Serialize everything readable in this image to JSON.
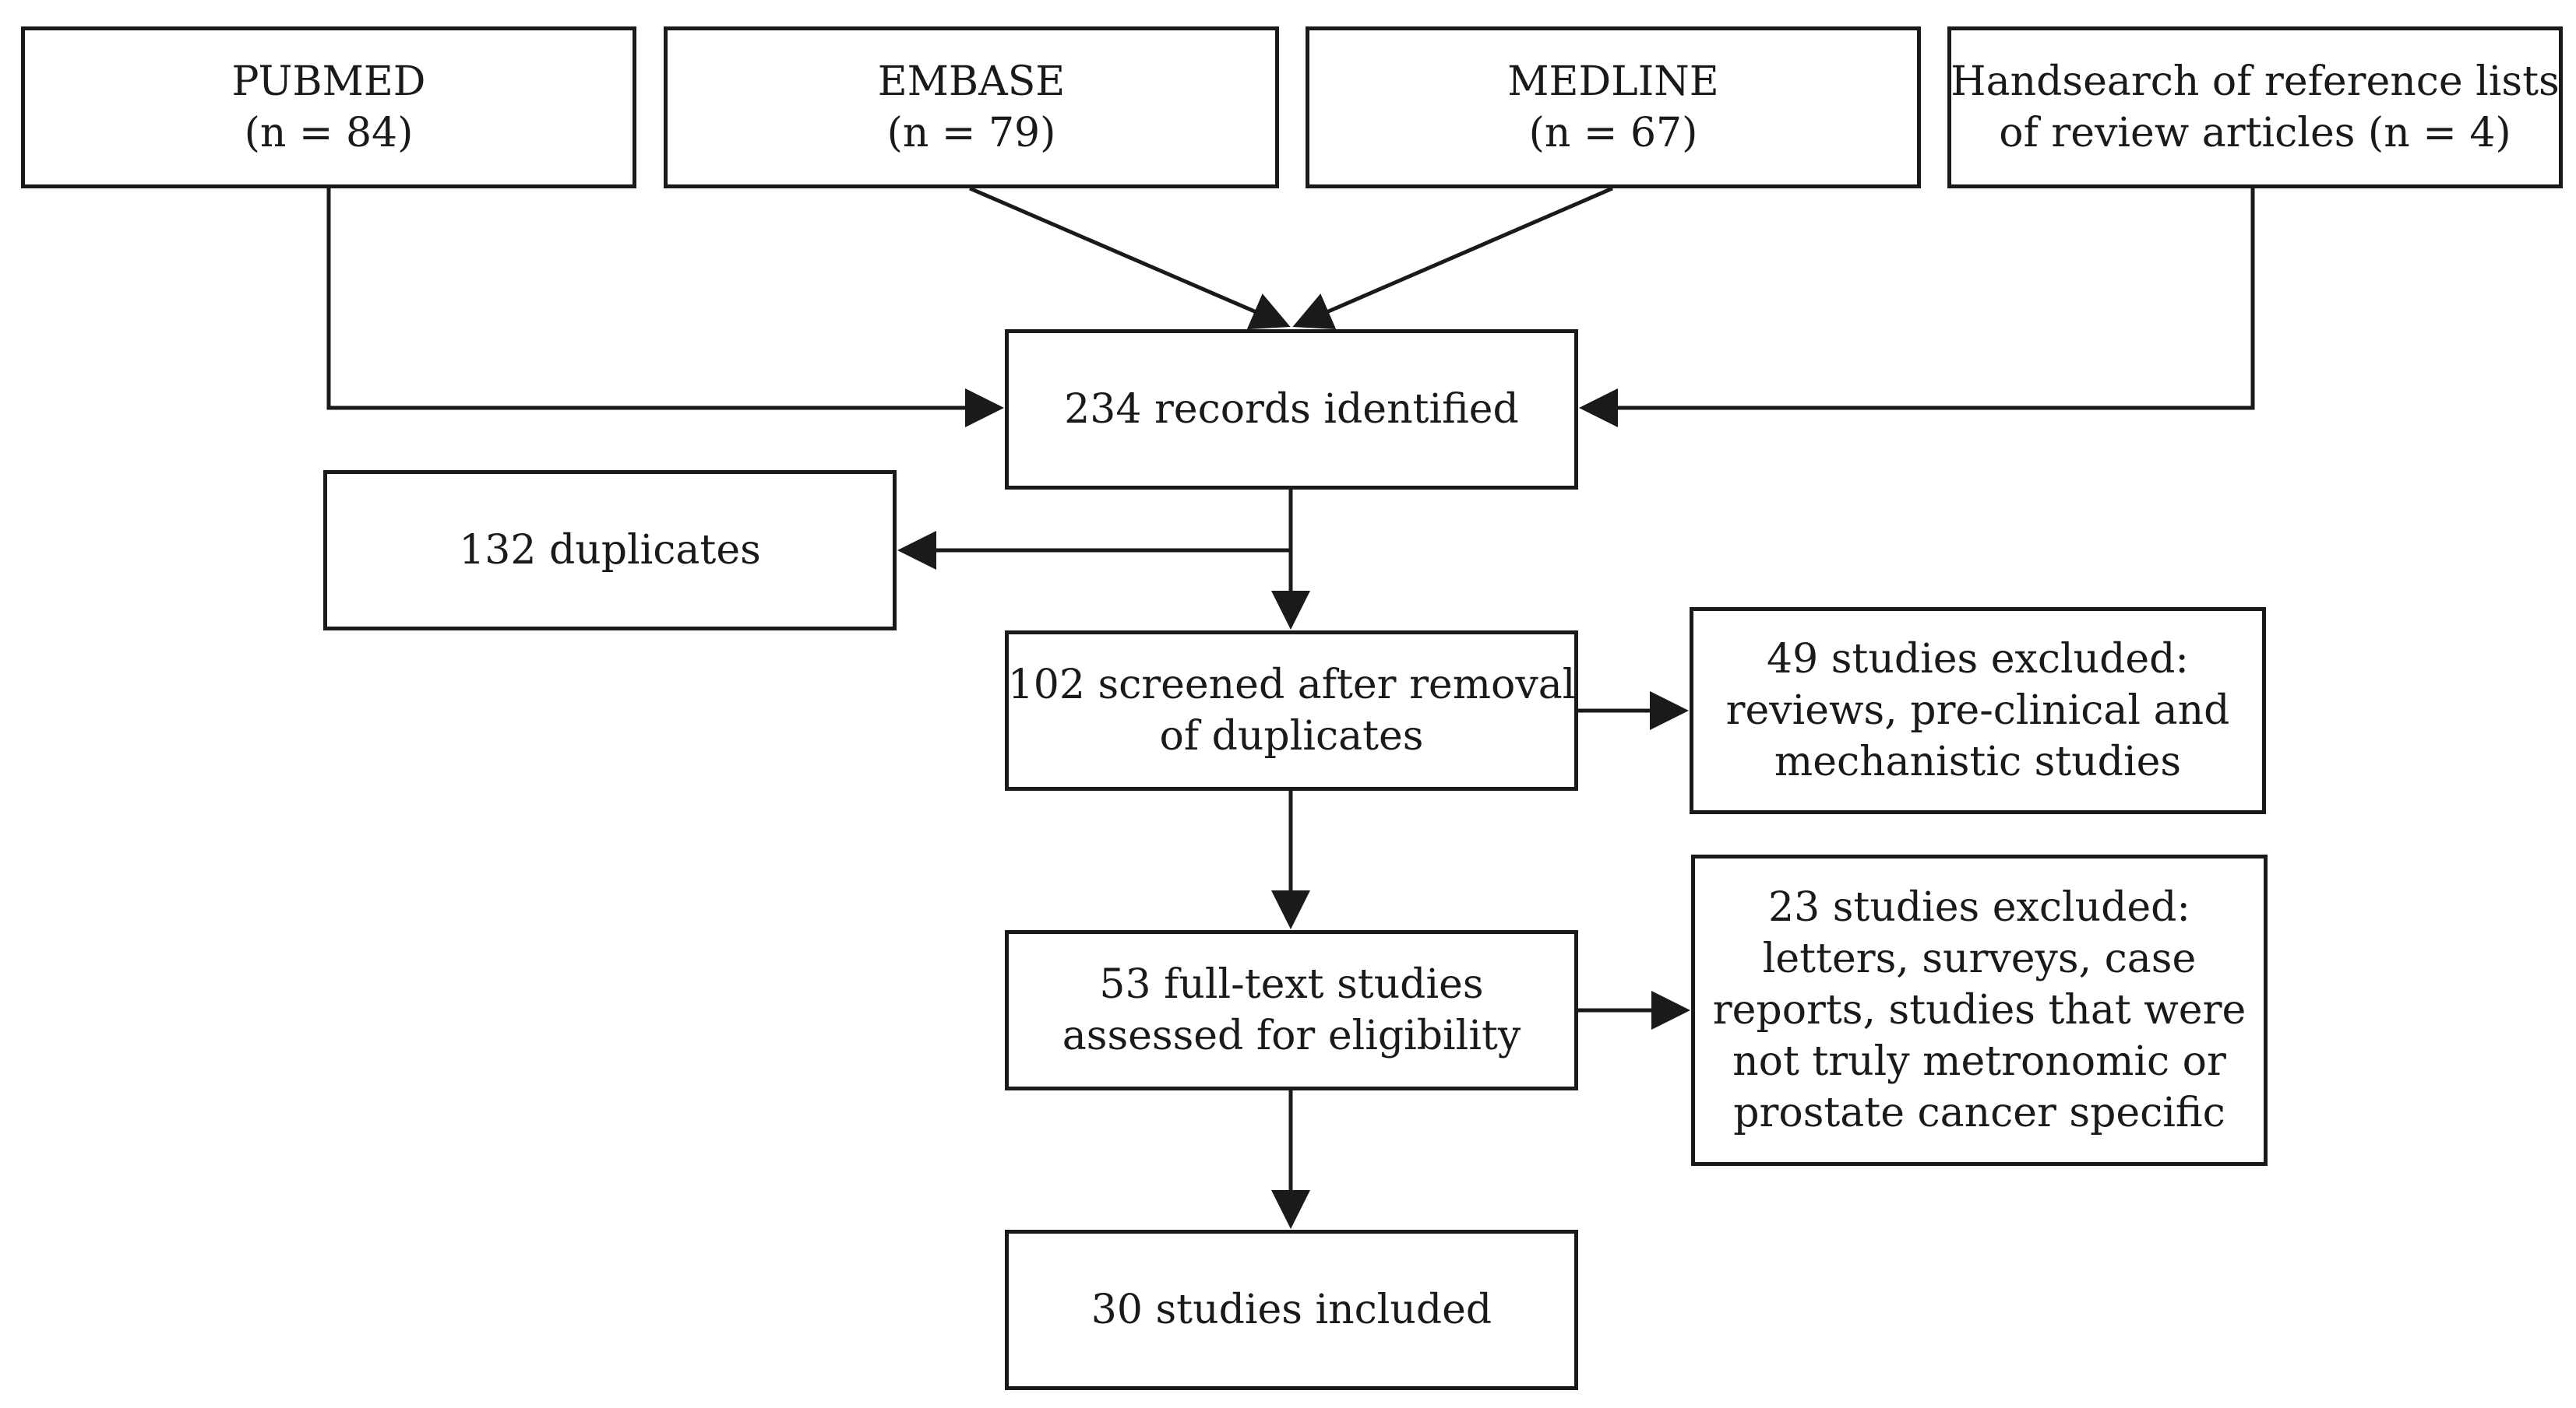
{
  "sources": [
    {
      "lines": [
        "PUBMED",
        "(n = 84)"
      ]
    },
    {
      "lines": [
        "EMBASE",
        "(n = 79)"
      ]
    },
    {
      "lines": [
        "MEDLINE",
        "(n = 67)"
      ]
    },
    {
      "lines": [
        "Handsearch of reference lists",
        "of review articles (n = 4)"
      ]
    }
  ],
  "records_identified": {
    "lines": [
      "234 records identified"
    ]
  },
  "duplicates": {
    "lines": [
      "132 duplicates"
    ]
  },
  "screened": {
    "lines": [
      "102 screened after removal",
      "of duplicates"
    ]
  },
  "excluded_screening": {
    "lines": [
      "49 studies excluded:",
      "reviews, pre-clinical and",
      "mechanistic studies"
    ]
  },
  "full_text": {
    "lines": [
      "53 full-text studies",
      "assessed for eligibility"
    ]
  },
  "excluded_full_text": {
    "lines": [
      "23 studies excluded:",
      "letters, surveys, case",
      "reports, studies that were",
      "not truly metronomic or",
      "prostate cancer specific"
    ]
  },
  "included": {
    "lines": [
      "30 studies included"
    ]
  },
  "colors": {
    "line": "#1a1a1a",
    "background": "#ffffff"
  }
}
